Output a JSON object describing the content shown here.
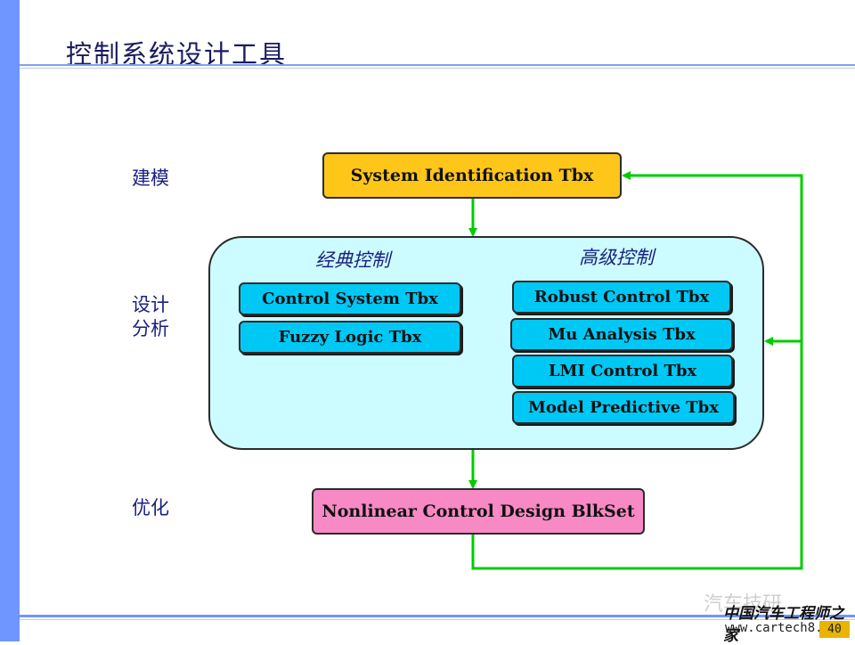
{
  "title": "控制系统设计工具",
  "stages": {
    "modeling": "建模",
    "design_line1": "设计",
    "design_line2": "分析",
    "optimization": "优化"
  },
  "boxes": {
    "system_identification": "System Identification Tbx",
    "nonlinear_design": "Nonlinear Control Design BlkSet"
  },
  "classic_control": {
    "heading": "经典控制",
    "toolboxes": [
      "Control System Tbx",
      "Fuzzy Logic Tbx"
    ]
  },
  "advanced_control": {
    "heading": "高级控制",
    "toolboxes": [
      "Robust Control Tbx",
      "Mu Analysis Tbx",
      "LMI Control Tbx",
      "Model Predictive Tbx"
    ]
  },
  "colors": {
    "accent_bar": "#6f95ff",
    "arrow_green": "#00cc00",
    "yellow_box": "#ffc61a",
    "pink_box": "#f789c4",
    "cyan_box": "#00c8f5",
    "panel_fill": "#ccfcff"
  },
  "watermark": {
    "channel": "汽车技研",
    "site_name": "中国汽车工程师之家",
    "url": "www.cartech8.com",
    "page_number": "40"
  }
}
